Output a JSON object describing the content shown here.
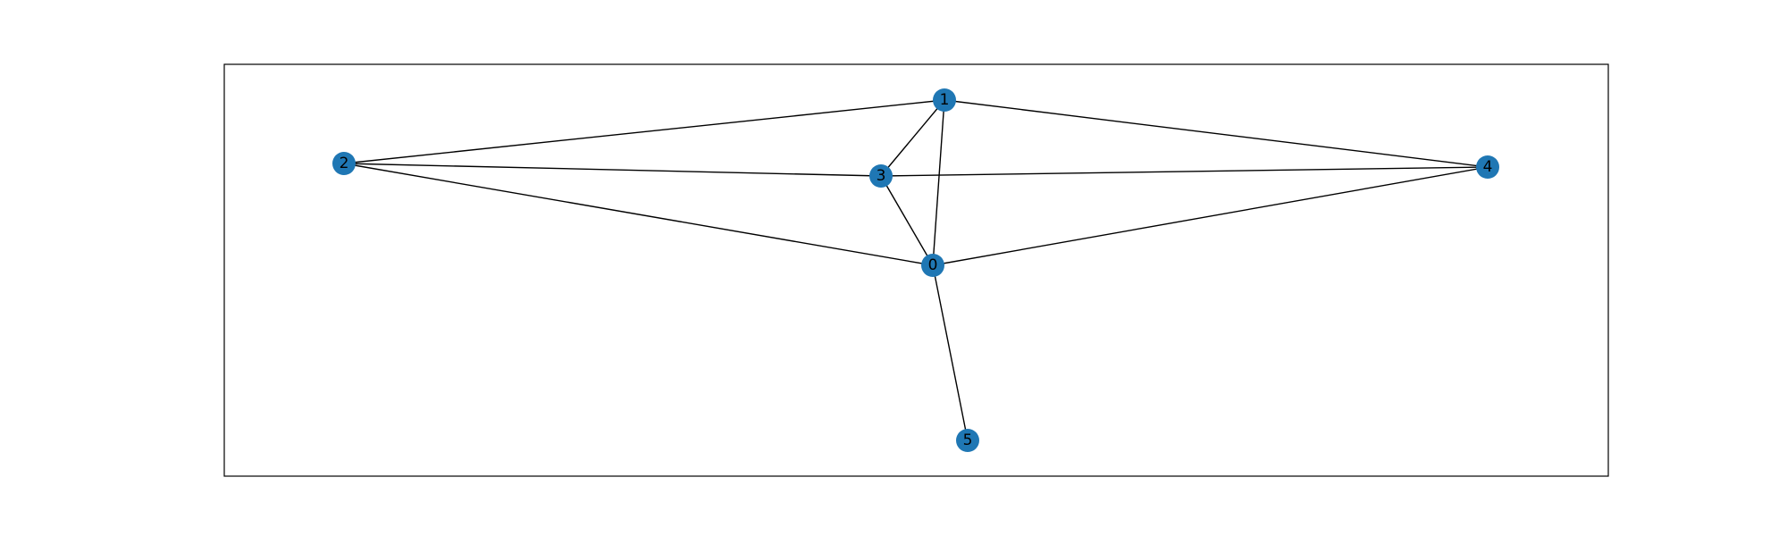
{
  "graph": {
    "type": "network",
    "node_color": "#1f77b4",
    "edge_color": "#000000",
    "frame_color": "#000000",
    "nodes": [
      {
        "id": "0",
        "label": "0"
      },
      {
        "id": "1",
        "label": "1"
      },
      {
        "id": "2",
        "label": "2"
      },
      {
        "id": "3",
        "label": "3"
      },
      {
        "id": "4",
        "label": "4"
      },
      {
        "id": "5",
        "label": "5"
      }
    ],
    "edges": [
      [
        "0",
        "1"
      ],
      [
        "0",
        "2"
      ],
      [
        "0",
        "3"
      ],
      [
        "0",
        "4"
      ],
      [
        "0",
        "5"
      ],
      [
        "1",
        "2"
      ],
      [
        "1",
        "3"
      ],
      [
        "1",
        "4"
      ],
      [
        "2",
        "3"
      ],
      [
        "3",
        "4"
      ]
    ]
  }
}
